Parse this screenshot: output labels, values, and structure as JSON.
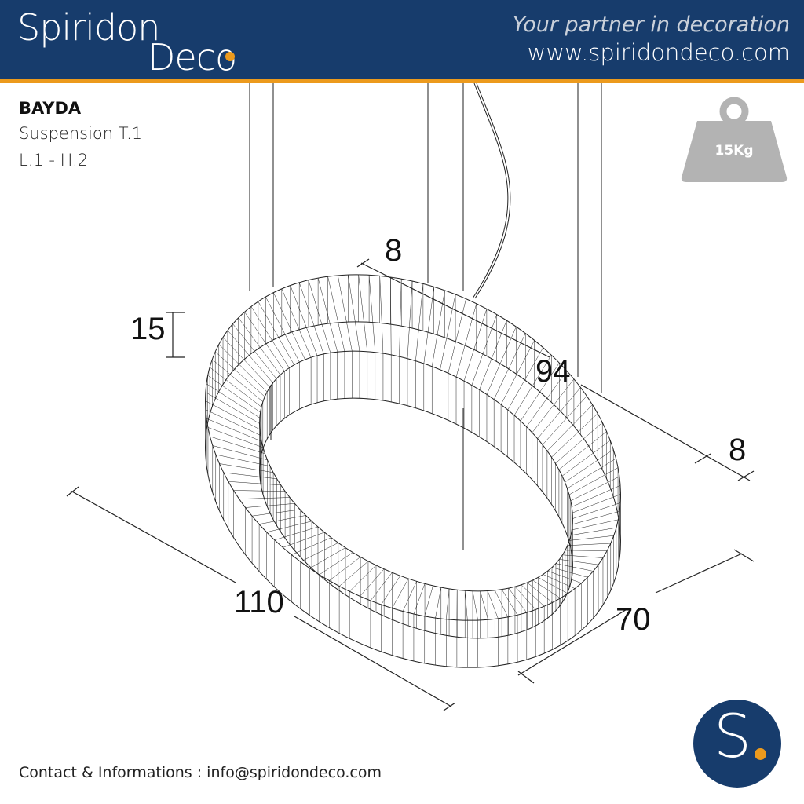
{
  "brand": {
    "logo_line1": "Spiridon",
    "logo_line2": "Deco",
    "tagline": "Your partner in decoration",
    "url": "www.spiridondeco.com"
  },
  "product": {
    "name": "BAYDA",
    "type": "Suspension T.1",
    "code": "L.1 - H.2"
  },
  "weight": {
    "icon": "weight-icon",
    "label": "15Kg"
  },
  "dimensions": {
    "ring_height": "15",
    "ring_thickness_top": "8",
    "inner_diameter": "94",
    "ring_thickness_right": "8",
    "length": "110",
    "width": "70"
  },
  "footer": {
    "contact": "Contact & Informations : info@spiridondeco.com"
  },
  "badge": {
    "letter": "S"
  },
  "colors": {
    "navy": "#173c6c",
    "orange": "#ec9a1d",
    "gray": "#b3b3b3"
  }
}
